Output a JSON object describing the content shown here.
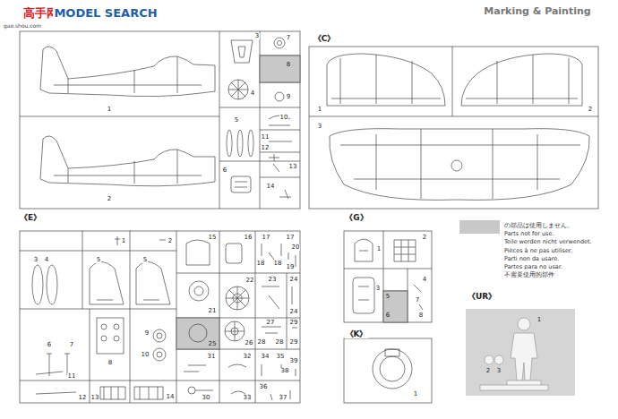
{
  "diagram": {
    "labels": [
      "高手网",
      "MODEL SEARCH",
      "gao.shou.com",
      "Marking & Painting",
      "1",
      "2",
      "3",
      "7",
      "8",
      "4",
      "9",
      "5",
      "10",
      "11",
      "12",
      "6",
      "13",
      "14",
      "《C》",
      "1",
      "2",
      "3",
      "《E》",
      "1",
      "2",
      "3",
      "4",
      "5",
      "5",
      "6",
      "7",
      "8",
      "9",
      "10",
      "11",
      "12",
      "13",
      "14",
      "15",
      "16",
      "17",
      "17",
      "18",
      "18",
      "19",
      "20",
      "21",
      "22",
      "23",
      "24",
      "24",
      "25",
      "26",
      "27",
      "28",
      "28",
      "29",
      "29",
      "31",
      "32",
      "34",
      "35",
      "39",
      "38",
      "36",
      "30",
      "33",
      "37",
      "《G》",
      "1",
      "2",
      "3",
      "4",
      "5",
      "6",
      "7",
      "8",
      "《K》",
      "1",
      "《UR》",
      "1",
      "2",
      "3"
    ],
    "legend": [
      {
        "text": "の部品は使用しません。",
        "color": "#c8c8c8"
      },
      {
        "text": "Parts not for use."
      },
      {
        "text": "Teile werden nicht verwendet."
      },
      {
        "text": "Pièces à ne pas utiliser."
      },
      {
        "text": "Parti non da usare."
      },
      {
        "text": "Partes para no usar."
      },
      {
        "text": "不需要使用的部件"
      }
    ]
  }
}
